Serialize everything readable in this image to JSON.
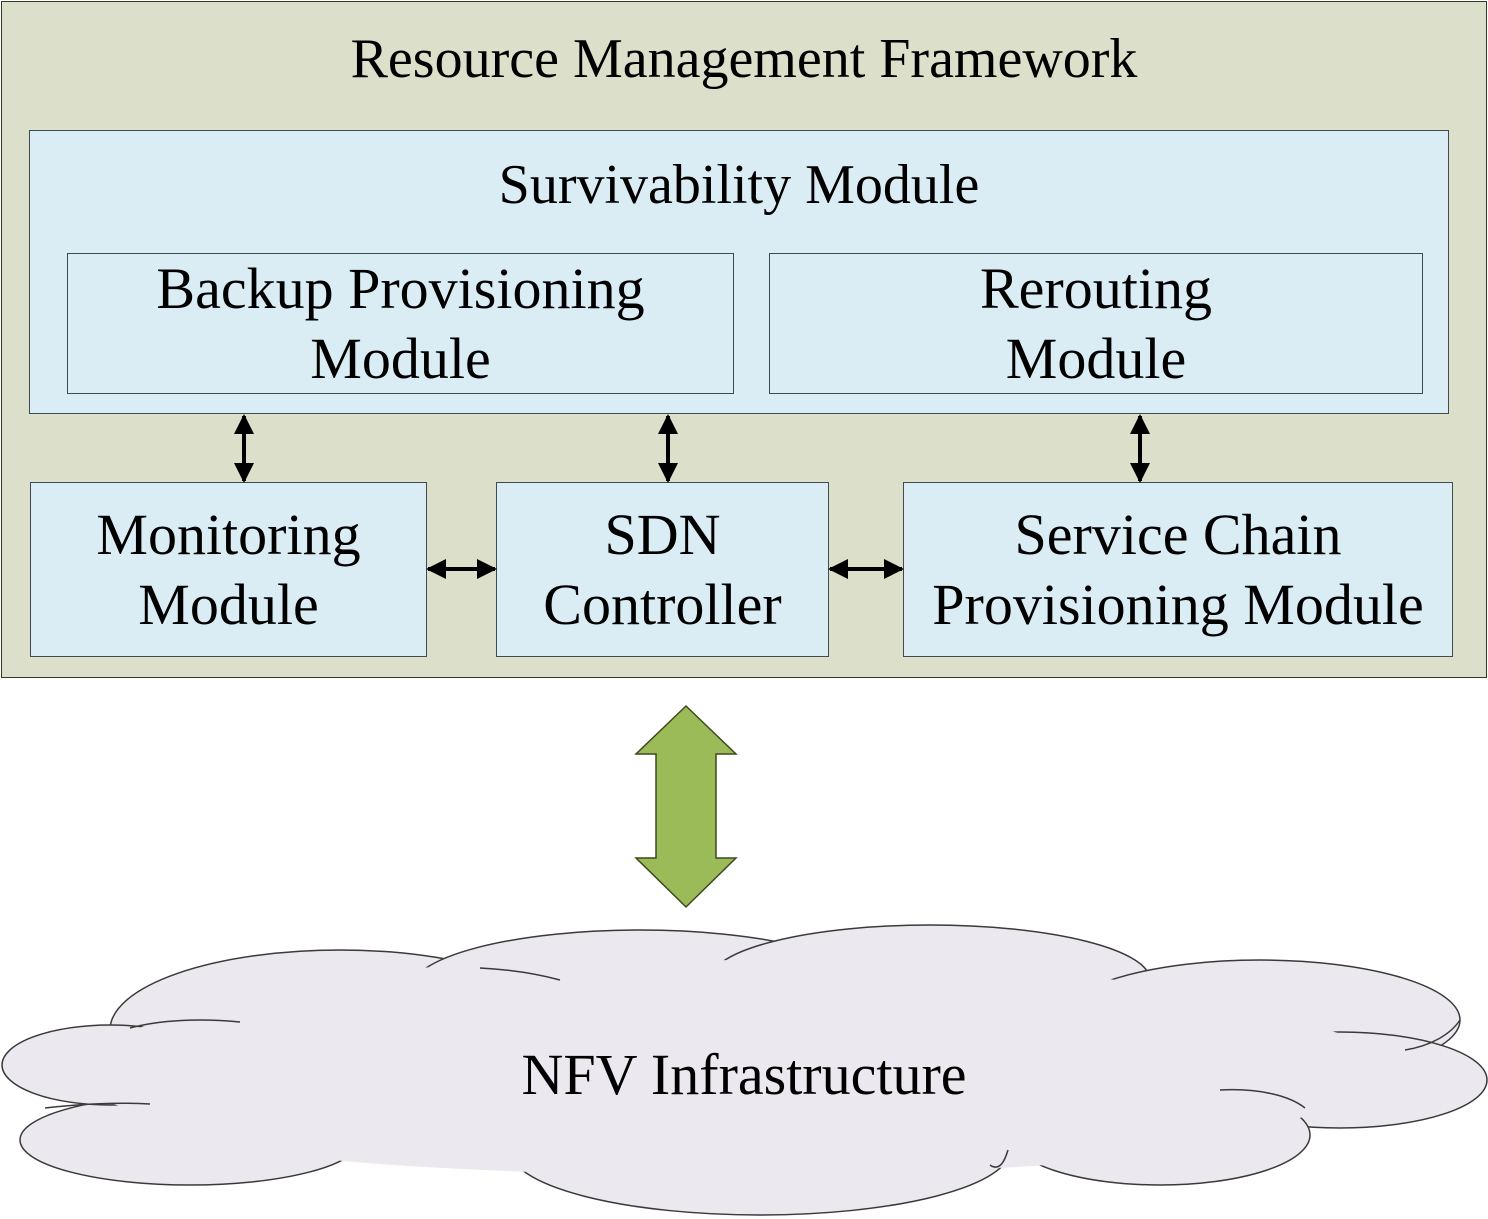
{
  "framework": {
    "title": "Resource Management Framework"
  },
  "survivability": {
    "title": "Survivability Module"
  },
  "backup": {
    "line1": "Backup Provisioning",
    "line2": "Module"
  },
  "rerouting": {
    "line1": "Rerouting",
    "line2": "Module"
  },
  "monitoring": {
    "line1": "Monitoring",
    "line2": "Module"
  },
  "sdn": {
    "line1": "SDN",
    "line2": "Controller"
  },
  "chain": {
    "line1": "Service Chain",
    "line2": "Provisioning Module"
  },
  "cloud": {
    "label": "NFV Infrastructure"
  },
  "colors": {
    "framework_fill": "#dcdfca",
    "module_fill": "#dbedf4",
    "big_arrow_fill": "#9bbb59",
    "cloud_fill": "#ebe8f0"
  }
}
